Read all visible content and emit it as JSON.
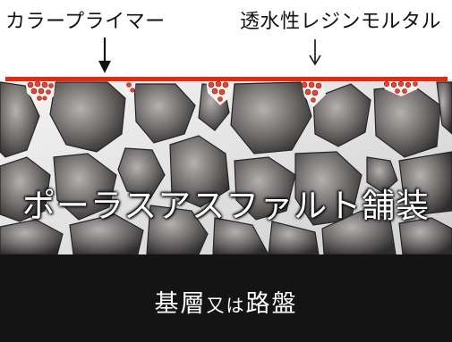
{
  "labels": {
    "color_primer": "カラープライマー",
    "resin_mortar": "透水性レジンモルタル"
  },
  "layers": {
    "pavement": "ポーラスアスファルト舗装",
    "base_main1": "基層",
    "base_small": "又は",
    "base_main2": "路盤"
  },
  "colors": {
    "primer": "#e52a12",
    "mortar_dot": "#d94a3a",
    "aggregate": "#6b6767",
    "void": "#e9e9e9",
    "base": "#141414"
  },
  "icons": {
    "primer_arrow": "arrow-down-icon",
    "mortar_arrow": "arrow-down-icon"
  }
}
